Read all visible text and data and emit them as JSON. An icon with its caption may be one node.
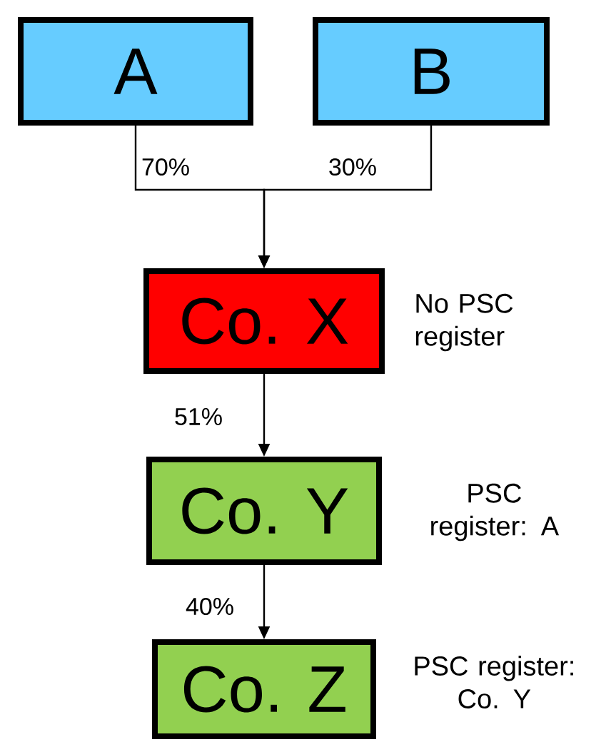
{
  "diagram": {
    "nodes": [
      {
        "text": [
          "A"
        ]
      },
      {
        "text": [
          "B"
        ]
      },
      {
        "text": [
          "Co. X"
        ],
        "beside": [
          "No PSC register"
        ]
      },
      {
        "text": [
          "Co. Y"
        ],
        "beside": [
          "PSC register: A"
        ]
      },
      {
        "text": [
          "Co. Z"
        ],
        "beside": [
          "PSC register: Co. Y"
        ]
      }
    ],
    "edges": [
      {
        "from": 0,
        "to": 2,
        "arrow": "to",
        "label": "70%"
      },
      {
        "from": 1,
        "to": 2,
        "arrow": "to",
        "label": "30%"
      },
      {
        "from": 2,
        "to": 3,
        "arrow": "to",
        "label": "51%"
      },
      {
        "from": 3,
        "to": 4,
        "arrow": "to",
        "label": "40%"
      }
    ]
  }
}
